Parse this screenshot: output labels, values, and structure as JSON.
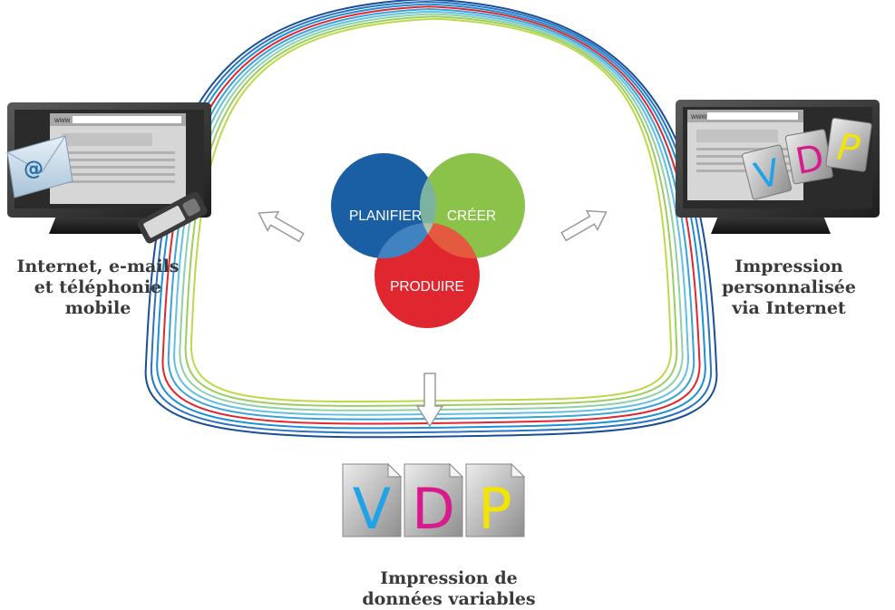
{
  "diagram": {
    "venn": {
      "planifier": "PLANIFIER",
      "creer": "CRÉER",
      "produire": "PRODUIRE",
      "colors": {
        "blue": "#1a5ea3",
        "green": "#8bc34a",
        "red": "#e0262e",
        "blue_green": "#7bb2a0",
        "blue_red": "#3f83c1",
        "green_red": "#e45a3e",
        "center": "#a8c0b0"
      }
    },
    "ring_colors": [
      "#1a4f96",
      "#2a73c3",
      "#1c8fd6",
      "#e0262e",
      "#39a2d8",
      "#63bfe3",
      "#8fd0a9",
      "#9ccd62",
      "#bcd94a"
    ],
    "left": {
      "browser_label": "www",
      "email_symbol": "@",
      "caption": [
        "Internet, e-mails",
        "et téléphonie",
        "mobile"
      ],
      "icons": [
        "monitor-icon",
        "envelope-icon",
        "phone-icon"
      ]
    },
    "right": {
      "browser_label": "www",
      "letters": [
        "V",
        "D",
        "P"
      ],
      "caption": [
        "Impression",
        "personnalisée",
        "via Internet"
      ],
      "icons": [
        "monitor-icon"
      ]
    },
    "bottom": {
      "letters": [
        "V",
        "D",
        "P"
      ],
      "caption": [
        "Impression de",
        "données variables"
      ]
    },
    "letter_colors": {
      "V": "#1fa3e6",
      "D": "#d81b8c",
      "P": "#f2e500"
    }
  }
}
